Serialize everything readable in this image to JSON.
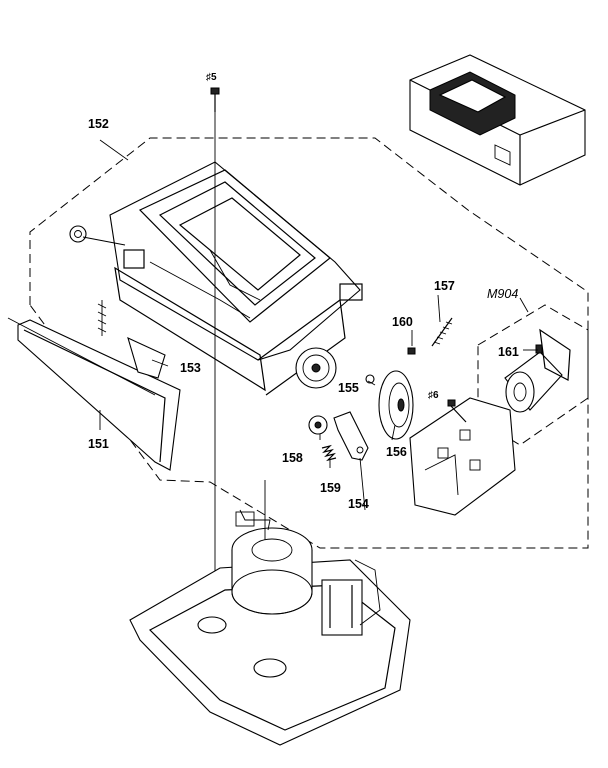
{
  "callouts": {
    "c151": "151",
    "c152": "152",
    "c153": "153",
    "c154": "154",
    "c155": "155",
    "c156": "156",
    "c157": "157",
    "c158": "158",
    "c159": "159",
    "c160": "160",
    "c161": "161",
    "screw5": "♯5",
    "screw6": "♯6",
    "motor_group": "M904"
  }
}
